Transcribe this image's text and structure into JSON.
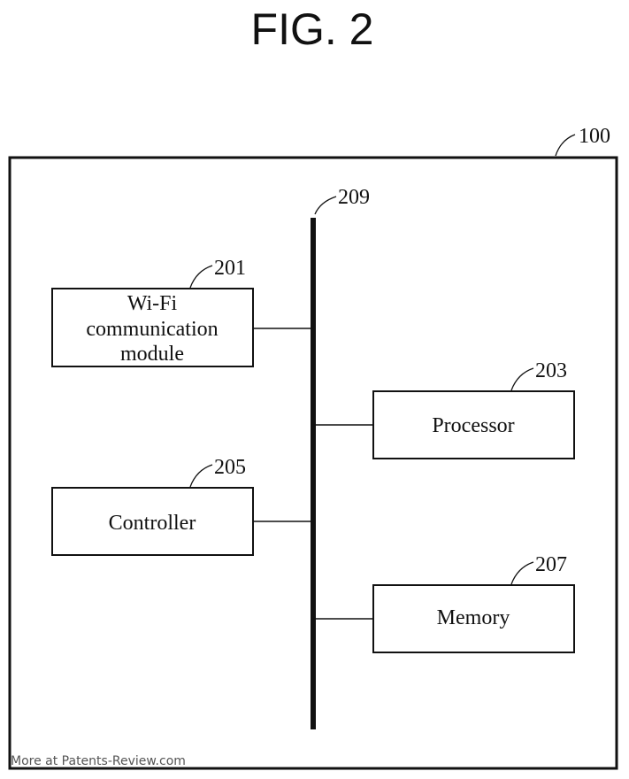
{
  "figure": {
    "title": "FIG. 2",
    "device": {
      "ref": "100"
    },
    "bus": {
      "ref": "209"
    },
    "blocks": [
      {
        "id": "wifi",
        "ref": "201",
        "lines": [
          "Wi-Fi",
          "communication",
          "module"
        ]
      },
      {
        "id": "processor",
        "ref": "203",
        "lines": [
          "Processor"
        ]
      },
      {
        "id": "controller",
        "ref": "205",
        "lines": [
          "Controller"
        ]
      },
      {
        "id": "memory",
        "ref": "207",
        "lines": [
          "Memory"
        ]
      }
    ]
  },
  "watermark": "More at Patents-Review.com"
}
